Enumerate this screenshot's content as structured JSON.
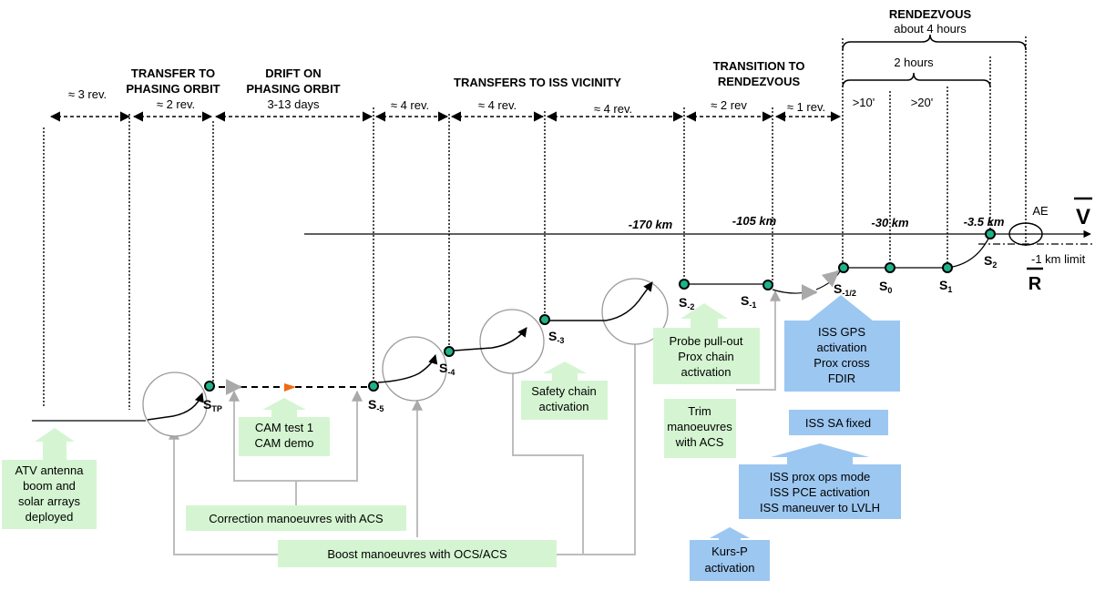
{
  "phases": {
    "pre_rev": "≈ 3 rev.",
    "transfer_title": [
      "TRANSFER TO",
      "PHASING ORBIT"
    ],
    "transfer_rev": "≈ 2 rev.",
    "drift_title": [
      "DRIFT ON",
      "PHASING ORBIT"
    ],
    "drift_days": "3-13 days",
    "iss_title": "TRANSFERS TO ISS VICINITY",
    "iss_rev1": "≈ 4 rev.",
    "iss_rev2": "≈ 4 rev.",
    "iss_rev3": "≈ 4 rev.",
    "transition_title": [
      "TRANSITION TO",
      "RENDEZVOUS"
    ],
    "transition_rev": "≈ 2 rev",
    "transition_rev2": "≈ 1 rev.",
    "rendezvous_title": "RENDEZVOUS",
    "rendezvous_sub": "about 4 hours",
    "two_hours": "2 hours",
    "t10": ">10'",
    "t20": ">20'"
  },
  "axis": {
    "km170": "-170 km",
    "km105": "-105 km",
    "km30": "-30 km",
    "km35": "-3.5 km",
    "ae": "AE",
    "limit": "-1 km limit",
    "v": "V",
    "r": "R"
  },
  "points": [
    {
      "main": "S",
      "sub": "TP"
    },
    {
      "main": "S",
      "sub": "-5"
    },
    {
      "main": "S",
      "sub": "-4"
    },
    {
      "main": "S",
      "sub": "-3"
    },
    {
      "main": "S",
      "sub": "-2"
    },
    {
      "main": "S",
      "sub": "-1"
    },
    {
      "main": "S",
      "sub": "-1/2"
    },
    {
      "main": "S",
      "sub": "0"
    },
    {
      "main": "S",
      "sub": "1"
    },
    {
      "main": "S",
      "sub": "2"
    }
  ],
  "boxes": {
    "atv": [
      "ATV antenna",
      "boom and",
      "solar arrays",
      "deployed"
    ],
    "cam": [
      "CAM test 1",
      "CAM demo"
    ],
    "correction": "Correction manoeuvres with ACS",
    "boost": "Boost manoeuvres with OCS/ACS",
    "safety": [
      "Safety chain",
      "activation"
    ],
    "probe": [
      "Probe pull-out",
      "Prox chain",
      "activation"
    ],
    "trim": [
      "Trim",
      "manoeuvres",
      "with ACS"
    ],
    "gps": [
      "ISS GPS",
      "activation",
      "Prox cross",
      "FDIR"
    ],
    "sa_fixed": "ISS SA fixed",
    "prox_ops": [
      "ISS prox ops mode",
      "ISS PCE activation",
      "ISS maneuver to LVLH"
    ],
    "kurs": [
      "Kurs-P",
      "activation"
    ]
  },
  "colors": {
    "green_box": "#d5f5d2",
    "blue_box": "#9cc7f1",
    "station_point": "#1db38a",
    "cam_marker": "#f06a12"
  }
}
